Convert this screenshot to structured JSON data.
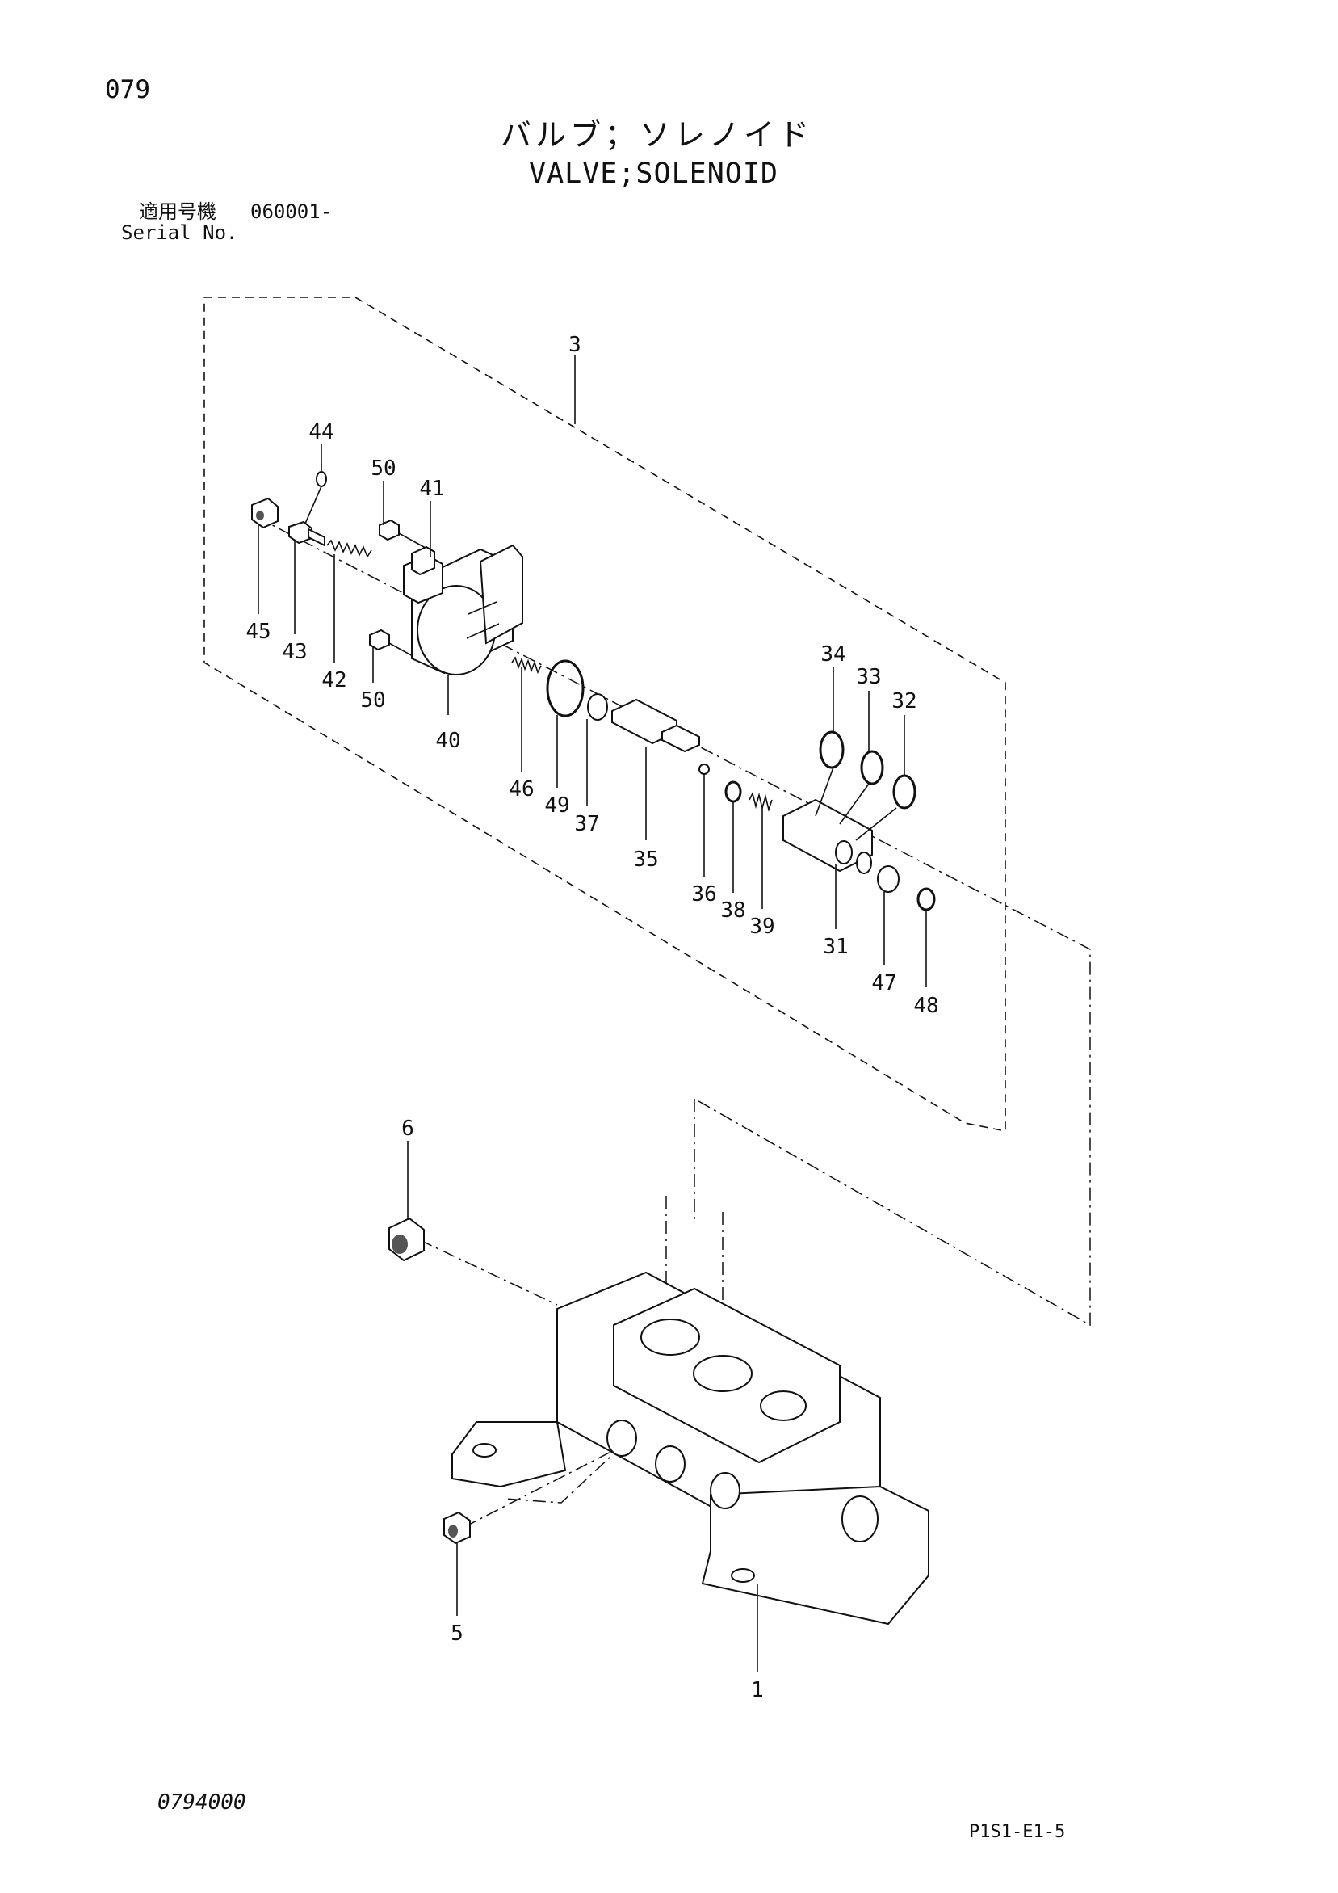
{
  "header": {
    "page_number": "079",
    "title_jp": "バルブ；ソレノイド",
    "title_en": "VALVE;SOLENOID",
    "serial_label_jp": "適用号機",
    "serial_value": "060001-",
    "serial_label_en": "Serial No."
  },
  "callouts": {
    "c1": "1",
    "c3": "3",
    "c5": "5",
    "c6": "6",
    "c31": "31",
    "c32": "32",
    "c33": "33",
    "c34": "34",
    "c35": "35",
    "c36": "36",
    "c37": "37",
    "c38": "38",
    "c39": "39",
    "c40": "40",
    "c41": "41",
    "c42": "42",
    "c43": "43",
    "c44": "44",
    "c45": "45",
    "c46": "46",
    "c47": "47",
    "c48": "48",
    "c49": "49",
    "c50a": "50",
    "c50b": "50"
  },
  "footer": {
    "doc_code": "0794000",
    "page_ref": "P1S1-E1-5"
  }
}
